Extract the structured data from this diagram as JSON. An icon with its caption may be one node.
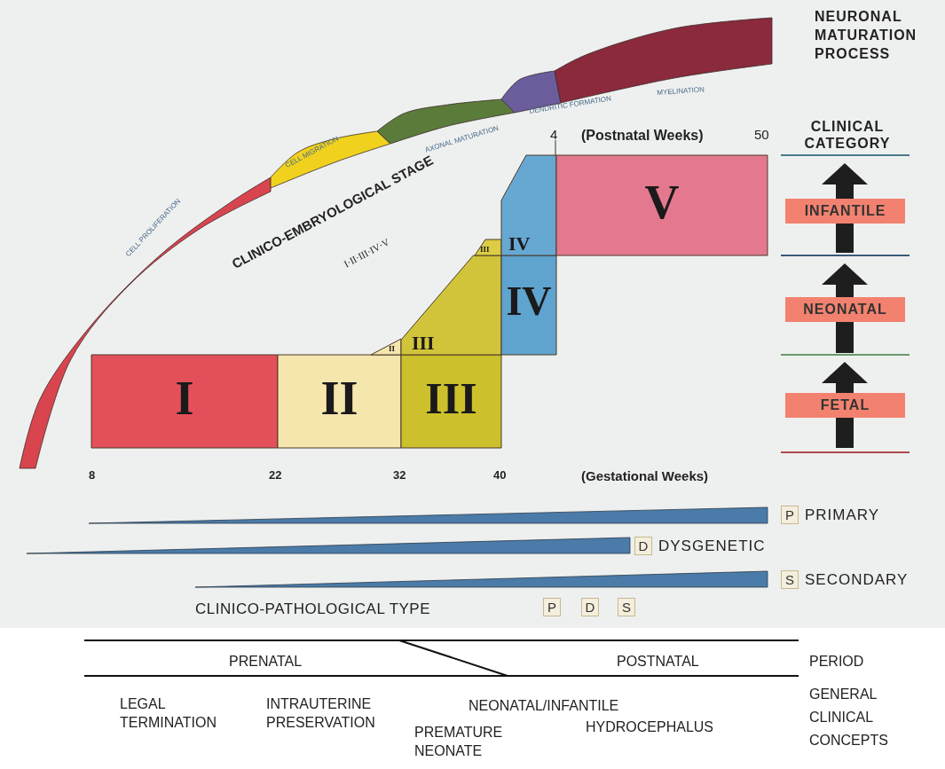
{
  "diagram": {
    "nodes": [
      {
        "text": [
          "I"
        ]
      },
      {
        "text": [
          "II"
        ]
      },
      {
        "text": [
          "III"
        ]
      },
      {
        "text": [
          "II"
        ]
      },
      {
        "text": [
          "III"
        ]
      },
      {
        "text": [
          "III"
        ]
      },
      {
        "text": [
          "IV"
        ]
      },
      {
        "text": [
          "IV"
        ]
      },
      {
        "text": [
          "V"
        ]
      },
      {
        "text": [
          "INFANTILE"
        ]
      },
      {
        "text": [
          "NEONATAL"
        ]
      },
      {
        "text": [
          "FETAL"
        ]
      },
      {
        "text": [
          "P"
        ],
        "beside": [
          "PRIMARY"
        ]
      },
      {
        "text": [
          "D"
        ],
        "beside": [
          "DYSGENETIC"
        ]
      },
      {
        "text": [
          "S"
        ],
        "beside": [
          "SECONDARY"
        ]
      },
      {
        "text": [
          "P"
        ]
      },
      {
        "text": [
          "D"
        ]
      },
      {
        "text": [
          "S"
        ]
      },
      {
        "text": [],
        "shape": "bar"
      },
      {
        "text": [],
        "shape": "bar"
      },
      {
        "text": [],
        "shape": "bar"
      }
    ],
    "labels": [
      "NEURONAL MATURATION PROCESS",
      "CELL PROLIFERATION",
      "CELL MIGRATION",
      "AXONAL MATURATION",
      "DENDRITIC FORMATION",
      "MYELINATION",
      "CLINICAL CATEGORY",
      "4",
      "(Postnatal Weeks)",
      "50",
      "CLINICO-EMBRYOLOGICAL STAGE",
      "I·II·III·IV·V",
      "8",
      "22",
      "32",
      "40",
      "(Gestational Weeks)",
      "CLINICO-PATHOLOGICAL TYPE",
      "PRENATAL",
      "POSTNATAL",
      "PERIOD",
      "LEGAL TERMINATION",
      "INTRAUTERINE PRESERVATION",
      "NEONATAL/INFANTILE",
      "GENERAL CLINICAL CONCEPTS",
      "PREMATURE NEONATE",
      "HYDROCEPHALUS"
    ]
  }
}
